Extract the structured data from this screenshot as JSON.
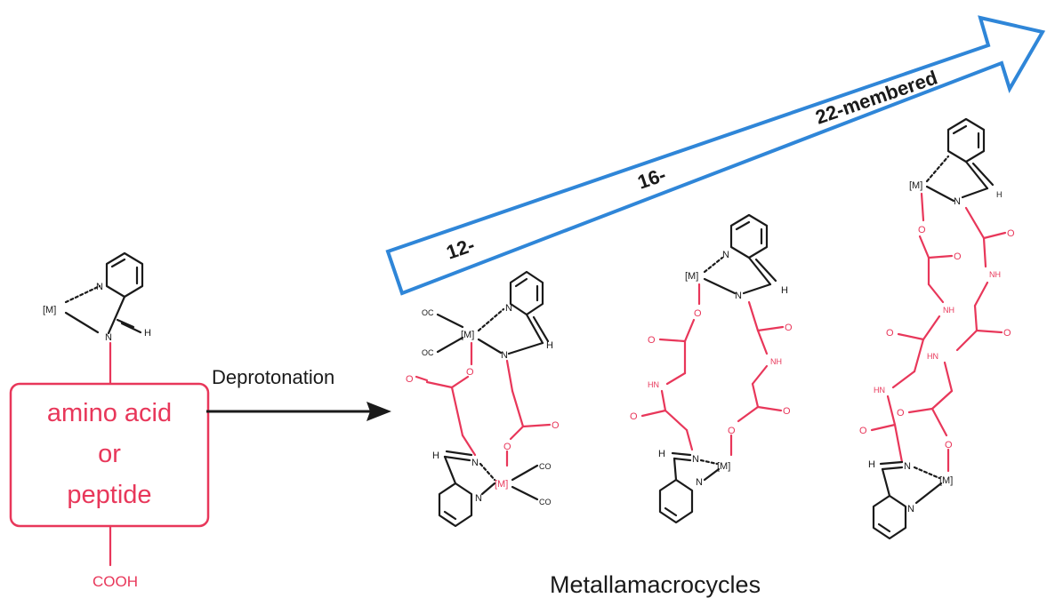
{
  "left_molecule": {
    "metal": "[M]",
    "nitrogen": "N",
    "hydrogen": "H",
    "box_line1": "amino acid",
    "box_line2": "or",
    "box_line3": "peptide",
    "acid": "COOH"
  },
  "arrow_label": "Deprotonation",
  "size_arrow": {
    "label_12": "12-",
    "label_16": "16-",
    "label_22": "22-membered",
    "color": "#2f86d8"
  },
  "caption": "Metallamacrocycles",
  "atoms": {
    "metal": "[M]",
    "N": "N",
    "H": "H",
    "O": "O",
    "NH": "NH",
    "HN": "HN",
    "CO": "CO",
    "OC": "OC"
  },
  "colors": {
    "red": "#e8375a",
    "black": "#1a1a1a"
  }
}
